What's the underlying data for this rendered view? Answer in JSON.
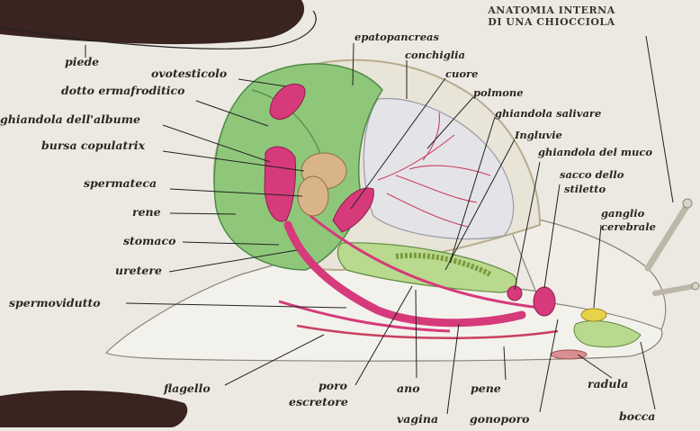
{
  "title": {
    "line1": "ANATOMIA INTERNA",
    "line2": "DI UNA CHIOCCIOLA"
  },
  "labels": {
    "piede": "piede",
    "ovotesticolo": "ovotesticolo",
    "dotto_ermafroditico": "dotto ermafroditico",
    "ghiandola_albume": "ghiandola dell'albume",
    "bursa_copulatrix": "bursa copulatrix",
    "spermateca": "spermateca",
    "rene": "rene",
    "stomaco": "stomaco",
    "uretere": "uretere",
    "spermovidutto": "spermovidutto",
    "flagello": "flagello",
    "poro_escretore_1": "poro",
    "poro_escretore_2": "escretore",
    "ano": "ano",
    "vagina": "vagina",
    "pene": "pene",
    "gonoporo": "gonoporo",
    "radula": "radula",
    "bocca": "bocca",
    "epatopancreas": "epatopancreas",
    "conchiglia": "conchiglia",
    "cuore": "cuore",
    "polmone": "polmone",
    "ghiandola_salivare": "ghiandola salivare",
    "ingluvie": "Ingluvie",
    "ghiandola_muco": "ghiandola del muco",
    "sacco_stiletto_1": "sacco dello",
    "sacco_stiletto_2": "stiletto",
    "ganglio_1": "ganglio",
    "ganglio_2": "cerebrale"
  },
  "colors": {
    "page": "#ece9e2",
    "shell_green": "#8fc77a",
    "digestive_green": "#b9d98f",
    "lung": "#e4e4e8",
    "reproductive_pink": "#d63a7a",
    "tan": "#d9b48a",
    "ganglion_yellow": "#e8d24a",
    "body_white": "#f3f1ec",
    "dark_slug": "#3a2420"
  }
}
